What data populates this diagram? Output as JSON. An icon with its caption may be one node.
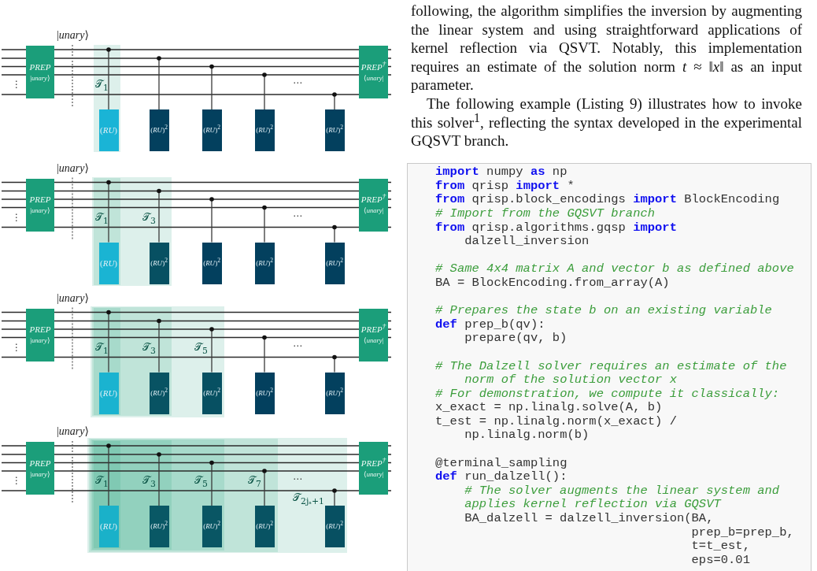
{
  "diagram": {
    "nodes": [
      {
        "text": [
          "PREP",
          "|*unary*⟩"
        ]
      },
      {
        "text": [
          "𝒯$_{1}$"
        ]
      },
      {
        "text": [
          "(*RU*)"
        ],
        "in": 1
      },
      {
        "text": [
          "(*RU*)$^{2}$"
        ]
      },
      {
        "text": [
          "(*RU*)$^{2}$"
        ]
      },
      {
        "text": [
          "(*RU*)$^{2}$"
        ]
      },
      {
        "text": [
          "(*RU*)$^{2}$"
        ]
      },
      {
        "text": [
          "*PREP*$^{†}$",
          "⟨*unary*|"
        ]
      },
      {
        "text": [
          "PREP",
          "|*unary*⟩"
        ]
      },
      {
        "text": [
          "𝒯$_{3}$"
        ]
      },
      {
        "text": [
          "𝒯$_{1}$"
        ],
        "in": 9
      },
      {
        "text": [
          "(*RU*)"
        ],
        "in": 10
      },
      {
        "text": [
          "(*RU*)$^{2}$"
        ],
        "in": 9
      },
      {
        "text": [
          "(*RU*)$^{2}$"
        ]
      },
      {
        "text": [
          "(*RU*)$^{2}$"
        ]
      },
      {
        "text": [
          "(*RU*)$^{2}$"
        ]
      },
      {
        "text": [
          "*PREP*$^{†}$",
          "⟨*unary*|"
        ]
      },
      {
        "text": [
          "PREP",
          "|*unary*⟩"
        ]
      },
      {
        "text": [
          "𝒯$_{5}$"
        ]
      },
      {
        "text": [
          "𝒯$_{3}$"
        ],
        "in": 18
      },
      {
        "text": [
          "𝒯$_{1}$"
        ],
        "in": 19
      },
      {
        "text": [
          "(*RU*)"
        ],
        "in": 20
      },
      {
        "text": [
          "(*RU*)$^{2}$"
        ],
        "in": 19
      },
      {
        "text": [
          "(*RU*)$^{2}$"
        ],
        "in": 18
      },
      {
        "text": [
          "(*RU*)$^{2}$"
        ]
      },
      {
        "text": [
          "(*RU*)$^{2}$"
        ]
      },
      {
        "text": [
          "*PREP*$^{†}$",
          "⟨*unary*|"
        ]
      },
      {
        "text": [
          "PREP",
          "|*unary*⟩"
        ]
      },
      {
        "text": [
          "𝒯$_{2jₛ+1}$"
        ]
      },
      {
        "text": [
          "𝒯$_{7}$"
        ],
        "in": 28
      },
      {
        "text": [
          "𝒯$_{5}$"
        ],
        "in": 29
      },
      {
        "text": [
          "𝒯$_{3}$"
        ],
        "in": 30
      },
      {
        "text": [
          "𝒯$_{1}$"
        ],
        "in": 31
      },
      {
        "text": [
          "(*RU*)"
        ],
        "in": 32
      },
      {
        "text": [
          "(*RU*)$^{2}$"
        ],
        "in": 31
      },
      {
        "text": [
          "(*RU*)$^{2}$"
        ],
        "in": 30
      },
      {
        "text": [
          "(*RU*)$^{2}$"
        ],
        "in": 29
      },
      {
        "text": [
          "(*RU*)$^{2}$"
        ],
        "in": 28
      },
      {
        "text": [
          "*PREP*$^{†}$",
          "⟨*unary*|"
        ]
      },
      {
        "text": [
          "**import** numpy **as** np",
          "**from** qrisp **import** *",
          "**from** qrisp.block_encodings **import** BlockEncoding",
          "# Import from the GQSVT branch",
          "**from** qrisp.algorithms.gqsp **import** dalzell_inversion",
          "# Same 4x4 matrix A and vector b as defined above",
          "BA = BlockEncoding.from_array(A)",
          "# Prepares the state b on an existing variable",
          "**def** prep_b(qv):",
          "prepare(qv, b)",
          "# The Dalzell solver requires an estimate of the norm of the solution vector x",
          "# For demonstration, we compute it classically:",
          "x_exact = np.linalg.solve(A, b)",
          "t_est = np.linalg.norm(x_exact) / np.linalg.norm(b)",
          "@terminal_sampling",
          "**def** run_dalzell():",
          "# The solver augments the linear system and applies kernel reflection via GQSVT",
          "BA_dalzell = dalzell_inversion(BA, prep_b=prep_b, t=t_est, eps=0.01"
        ]
      }
    ],
    "edges": [
      {
        "from": null,
        "to": 2,
        "arrow": "other"
      },
      {
        "from": null,
        "to": 3,
        "arrow": "other"
      },
      {
        "from": null,
        "to": 4,
        "arrow": "other"
      },
      {
        "from": null,
        "to": 5,
        "arrow": "other"
      },
      {
        "from": null,
        "to": 6,
        "arrow": "other"
      },
      {
        "from": null,
        "to": 11,
        "arrow": "other"
      },
      {
        "from": null,
        "to": 12,
        "arrow": "other"
      },
      {
        "from": null,
        "to": 13,
        "arrow": "other"
      },
      {
        "from": null,
        "to": 14,
        "arrow": "other"
      },
      {
        "from": null,
        "to": 15,
        "arrow": "other"
      },
      {
        "from": null,
        "to": 21,
        "arrow": "other"
      },
      {
        "from": null,
        "to": 22,
        "arrow": "other"
      },
      {
        "from": null,
        "to": 23,
        "arrow": "other"
      },
      {
        "from": null,
        "to": 24,
        "arrow": "other"
      },
      {
        "from": null,
        "to": 25,
        "arrow": "other"
      },
      {
        "from": null,
        "to": 33,
        "arrow": "other"
      },
      {
        "from": null,
        "to": 34,
        "arrow": "other"
      },
      {
        "from": null,
        "to": 35,
        "arrow": "other"
      },
      {
        "from": null,
        "to": 36,
        "arrow": "other"
      },
      {
        "from": null,
        "to": 37,
        "arrow": "other"
      }
    ],
    "labels": [
      "|*unary*⟩",
      "⋮",
      "⋯",
      "|*unary*⟩",
      "⋮",
      "⋯",
      "|*unary*⟩",
      "⋮",
      "⋯",
      "|*unary*⟩",
      "⋮",
      "⋯",
      "following, the algorithm simplifies the inversion by augmenting the linear system and using straightforward applications of kernel reflection via QSVT. Notably, this implementation requires an estimate of the solution norm *t* ≈ ‖*x*‖ as an input parameter.",
      "The following example (Listing 9) illustrates how to invoke this solver$^{1}$, reflecting the syntax developed in the experimental GQSVT branch."
    ]
  }
}
